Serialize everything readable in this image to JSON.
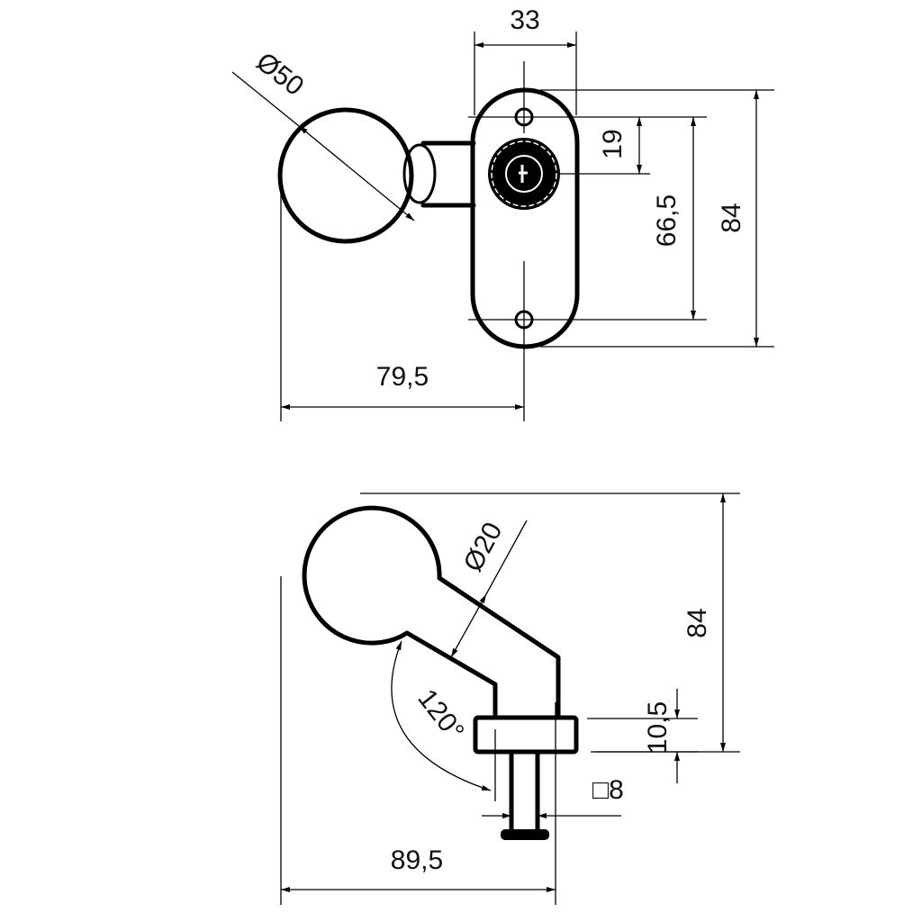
{
  "top_view": {
    "dim_width": "33",
    "dim_ball_diameter": "Ø50",
    "dim_hole_to_center": "19",
    "dim_hole_spacing": "66,5",
    "dim_plate_height": "84",
    "dim_overall_length": "79,5"
  },
  "side_view": {
    "dim_neck_diameter": "Ø20",
    "dim_angle": "120°",
    "dim_height": "84",
    "dim_collar": "10,5",
    "dim_square": "□8",
    "dim_overall_length": "89,5"
  }
}
